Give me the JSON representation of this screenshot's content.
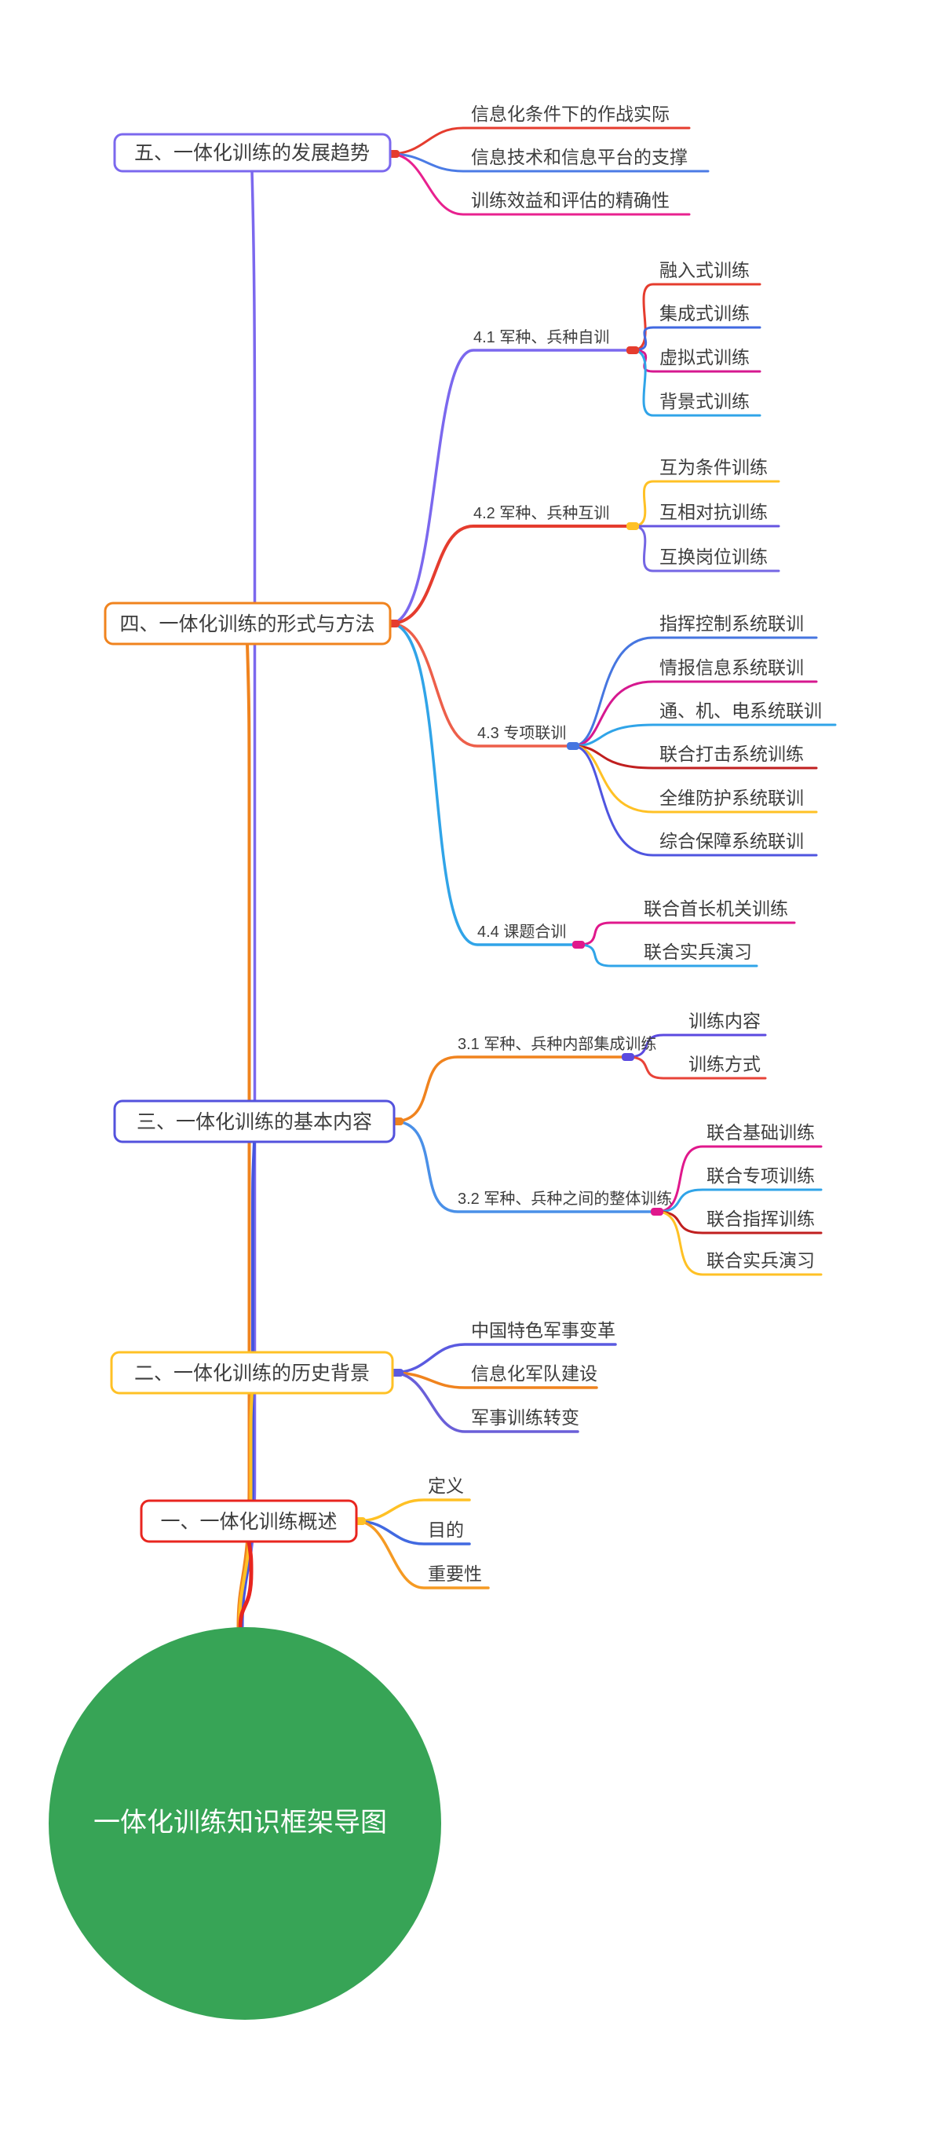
{
  "map": {
    "root": {
      "label": "一体化训练知识框架导图",
      "fill_color": "#37a456",
      "text_color": "#ffffff"
    },
    "topics": [
      {
        "label": "一、一体化训练概述",
        "border_color": "#e8251f",
        "children": [
          {
            "label": "定义",
            "line_color": "#ffc125"
          },
          {
            "label": "目的",
            "line_color": "#4169e1"
          },
          {
            "label": "重要性",
            "line_color": "#f59a23"
          }
        ]
      },
      {
        "label": "二、一体化训练的历史背景",
        "border_color": "#ffc125",
        "children": [
          {
            "label": "中国特色军事变革",
            "line_color": "#5a5ae0"
          },
          {
            "label": "信息化军队建设",
            "line_color": "#f0831e"
          },
          {
            "label": "军事训练转变",
            "line_color": "#6a5fd8"
          }
        ]
      },
      {
        "label": "三、一体化训练的基本内容",
        "border_color": "#5352dd",
        "children": [
          {
            "label": "3.1 军种、兵种内部集成训练",
            "line_color": "#f0831e",
            "children": [
              {
                "label": "训练内容",
                "line_color": "#5b4ae0"
              },
              {
                "label": "训练方式",
                "line_color": "#e84338"
              }
            ]
          },
          {
            "label": "3.2 军种、兵种之间的整体训练",
            "line_color": "#4a90e8",
            "children": [
              {
                "label": "联合基础训练",
                "line_color": "#e0188c"
              },
              {
                "label": "联合专项训练",
                "line_color": "#30a4e8"
              },
              {
                "label": "联合指挥训练",
                "line_color": "#c01f1f"
              },
              {
                "label": "联合实兵演习",
                "line_color": "#ffc125"
              }
            ]
          }
        ]
      },
      {
        "label": "四、一体化训练的形式与方法",
        "border_color": "#f0831e",
        "children": [
          {
            "label": "4.1 军种、兵种自训",
            "line_color": "#7b68ee",
            "children": [
              {
                "label": "融入式训练",
                "line_color": "#e53c2e"
              },
              {
                "label": "集成式训练",
                "line_color": "#4169e1"
              },
              {
                "label": "虚拟式训练",
                "line_color": "#d6188f"
              },
              {
                "label": "背景式训练",
                "line_color": "#30a4e8"
              }
            ]
          },
          {
            "label": "4.2 军种、兵种互训",
            "line_color": "#e53c2e",
            "children": [
              {
                "label": "互为条件训练",
                "line_color": "#ffc125"
              },
              {
                "label": "互相对抗训练",
                "line_color": "#6655e0"
              },
              {
                "label": "互换岗位训练",
                "line_color": "#7466e4"
              }
            ]
          },
          {
            "label": "4.3 专项联训",
            "line_color": "#ed5f4a",
            "children": [
              {
                "label": "指挥控制系统联训",
                "line_color": "#4676e0"
              },
              {
                "label": "情报信息系统联训",
                "line_color": "#d6188f"
              },
              {
                "label": "通、机、电系统联训",
                "line_color": "#30a4e8"
              },
              {
                "label": "联合打击系统训练",
                "line_color": "#c01f1f"
              },
              {
                "label": "全维防护系统联训",
                "line_color": "#ffc125"
              },
              {
                "label": "综合保障系统联训",
                "line_color": "#4f55e0"
              }
            ]
          },
          {
            "label": "4.4 课题合训",
            "line_color": "#30a4e8",
            "children": [
              {
                "label": "联合首长机关训练",
                "line_color": "#e0188c"
              },
              {
                "label": "联合实兵演习",
                "line_color": "#30a4e8"
              }
            ]
          }
        ]
      },
      {
        "label": "五、一体化训练的发展趋势",
        "border_color": "#7b68ee",
        "children": [
          {
            "label": "信息化条件下的作战实际",
            "line_color": "#e53c2e"
          },
          {
            "label": "信息技术和信息平台的支撑",
            "line_color": "#4b7be5"
          },
          {
            "label": "训练效益和评估的精确性",
            "line_color": "#e8218f"
          }
        ]
      }
    ]
  }
}
